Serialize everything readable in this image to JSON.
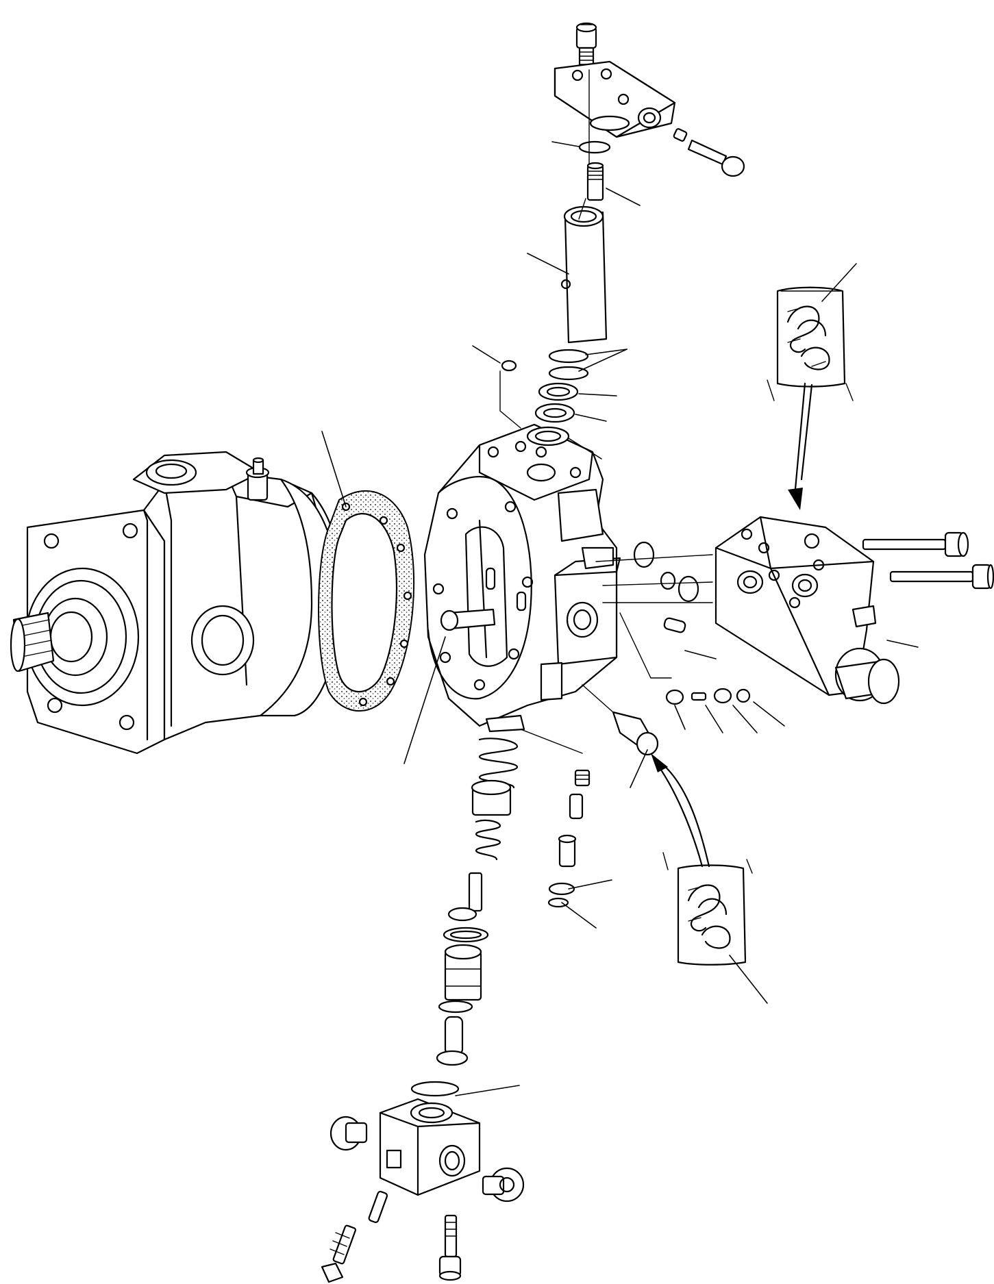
{
  "diagram": {
    "type": "exploded-parts-view",
    "colors": {
      "line": "#000000",
      "background": "#ffffff",
      "stipple": "#555555"
    },
    "parts": [
      "hydraulic-motor-body",
      "gasket",
      "control-housing",
      "top-valve-block",
      "bottom-valve-block",
      "right-valve-block",
      "seal-kit-bag-top",
      "seal-kit-bag-bottom"
    ]
  }
}
